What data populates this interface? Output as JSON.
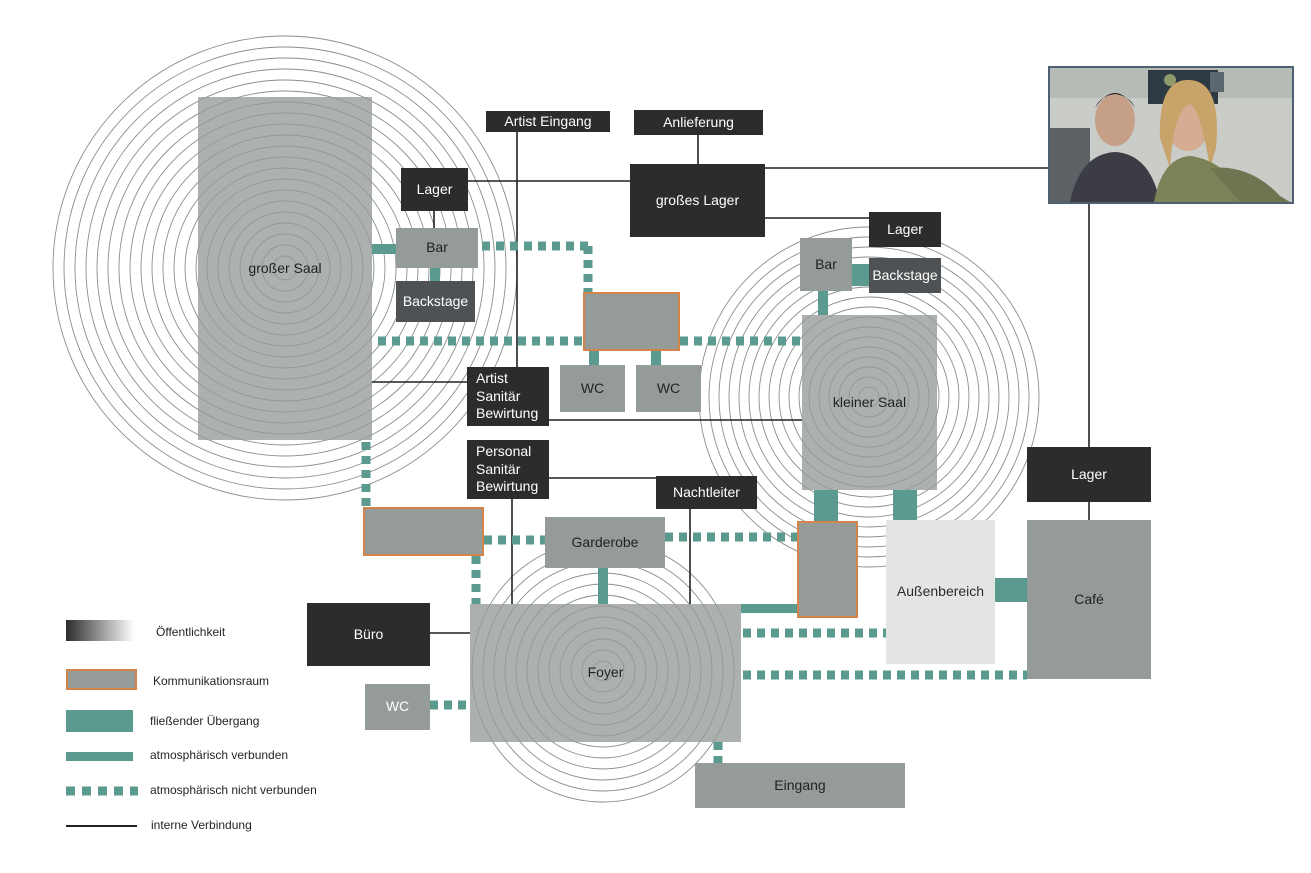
{
  "rooms": {
    "gr_saal": "großer Saal",
    "lager_1": "Lager",
    "bar_1": "Bar",
    "backstage_1": "Backstage",
    "artist_eingang": "Artist Eingang",
    "anlieferung": "Anlieferung",
    "grosses_lager": "großes Lager",
    "lager_2": "Lager",
    "bar_2": "Bar",
    "backstage_2": "Backstage",
    "wc_1": "WC",
    "wc_2": "WC",
    "kleiner_saal": "kleiner Saal",
    "artist_l1": "Artist",
    "artist_l2": "Sanitär",
    "artist_l3": "Bewirtung",
    "personal_l1": "Personal",
    "personal_l2": "Sanitär",
    "personal_l3": "Bewirtung",
    "nachtleiter": "Nachtleiter",
    "garderobe": "Garderobe",
    "lager_3": "Lager",
    "aussenbereich": "Außenbereich",
    "cafe": "Café",
    "buero": "Büro",
    "foyer": "Foyer",
    "wc_3": "WC",
    "eingang": "Eingang"
  },
  "legend": {
    "oeffentlichkeit": "Öffentlichkeit",
    "kommunikationsraum": "Kommunikationsraum",
    "fliessend": "fließender Übergang",
    "atmo_verbunden": "atmosphärisch verbunden",
    "atmo_nicht": "atmosphärisch nicht verbunden",
    "intern": "interne Verbindung"
  },
  "colors": {
    "dark": "#2b2c2e",
    "grey": "#959b98",
    "teal": "#5a9a8f",
    "orange": "#d4844a",
    "ring": "#8a8e8d"
  }
}
